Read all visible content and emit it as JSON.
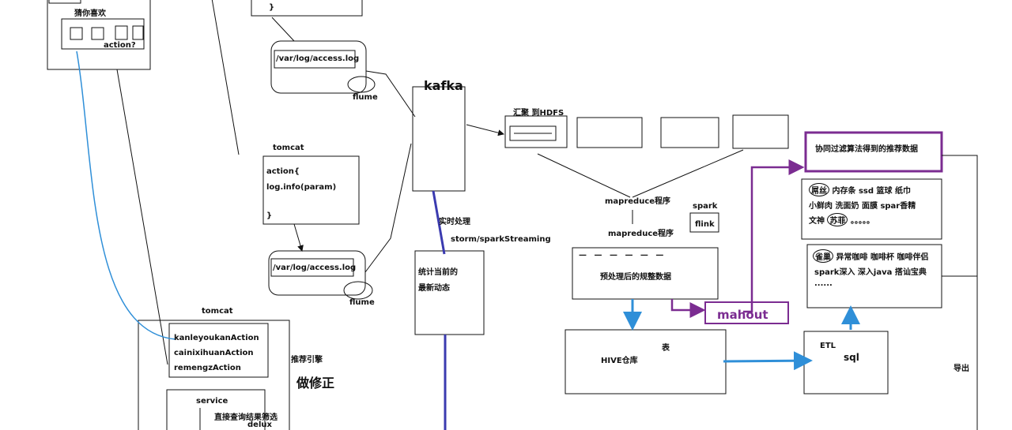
{
  "recommend_box": {
    "title": "猜你喜欢",
    "action": "action?"
  },
  "logs": {
    "path_top": "/var/log/access.log",
    "path_bottom": "/var/log/access.log",
    "flume_top": "flume",
    "flume_bottom": "flume"
  },
  "top_code": {
    "brace": "}"
  },
  "tomcat_mid": {
    "title": "tomcat",
    "line1": "action{",
    "line2": "log.info(param)",
    "line3": "}"
  },
  "kafka": {
    "label": "kafka"
  },
  "hdfs": {
    "label": "汇聚 到HDFS"
  },
  "mapreduce": {
    "label1": "mapreduce程序",
    "label2": "mapreduce程序"
  },
  "spark_flink": {
    "spark": "spark",
    "flink": "flink"
  },
  "realtime": {
    "label": "实时处理",
    "tech": "storm/sparkStreaming",
    "stats_line1": "统计当前的",
    "stats_line2": "最新动态"
  },
  "cleaned": {
    "dashes": "— — — — — —",
    "label": "预处理后的规整数据"
  },
  "mahout": {
    "label": "mahout"
  },
  "hive": {
    "table": "表",
    "label": "HIVE仓库"
  },
  "etl": {
    "etl": "ETL",
    "sql": "sql"
  },
  "cf_result": {
    "title": "协同过滤算法得到的推荐数据"
  },
  "list1": {
    "first": "屌丝",
    "line1_rest": "内存条 ssd 篮球 纸巾",
    "line2": "小鲜肉 洗面奶 面膜 spar香精",
    "line3_prefix": "文神",
    "line3_circled": "苏菲",
    "line3_suffix": "。。。。。"
  },
  "list2": {
    "first": "雀巢",
    "line1_rest": "异常咖啡 咖啡杯 咖啡伴侣",
    "line2": "spark深入 深入java 搭讪宝典",
    "line3": "......"
  },
  "export": {
    "label": "导出"
  },
  "tomcat_bottom": {
    "title": "tomcat",
    "actions": [
      "kanleyoukanAction",
      "cainixihuanAction",
      "remengzAction"
    ],
    "engine": "推荐引擎",
    "fix": "做修正",
    "service": "service",
    "service_desc": "直接查询结果筛选",
    "delux": "delux"
  },
  "colors": {
    "line": "#111111",
    "purple": "#7b2c91",
    "blue": "#2f8fd8",
    "navy": "#3b3bb0"
  }
}
